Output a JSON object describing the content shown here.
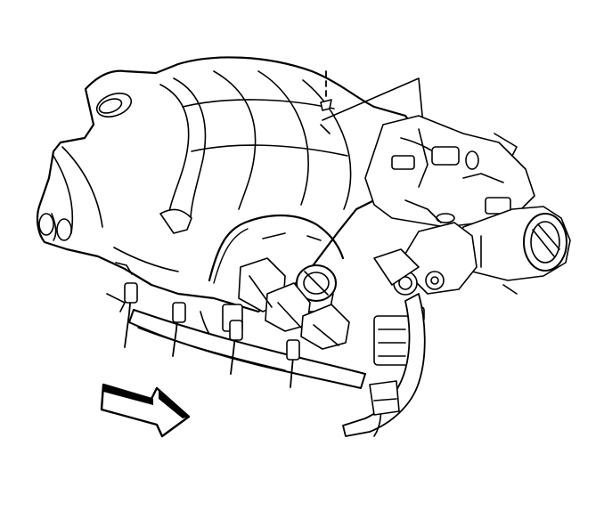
{
  "diagram": {
    "background": "#ffffff",
    "line_color": "#000000",
    "parts": [
      "engine-cover",
      "intake-manifold",
      "throttle-body",
      "oil-filler-cap",
      "ignition-coils",
      "spark-plug-wires",
      "valve-cover",
      "coolant-hose",
      "egr-valve",
      "wiring-harness",
      "fastener-callout",
      "direction-arrow"
    ]
  }
}
